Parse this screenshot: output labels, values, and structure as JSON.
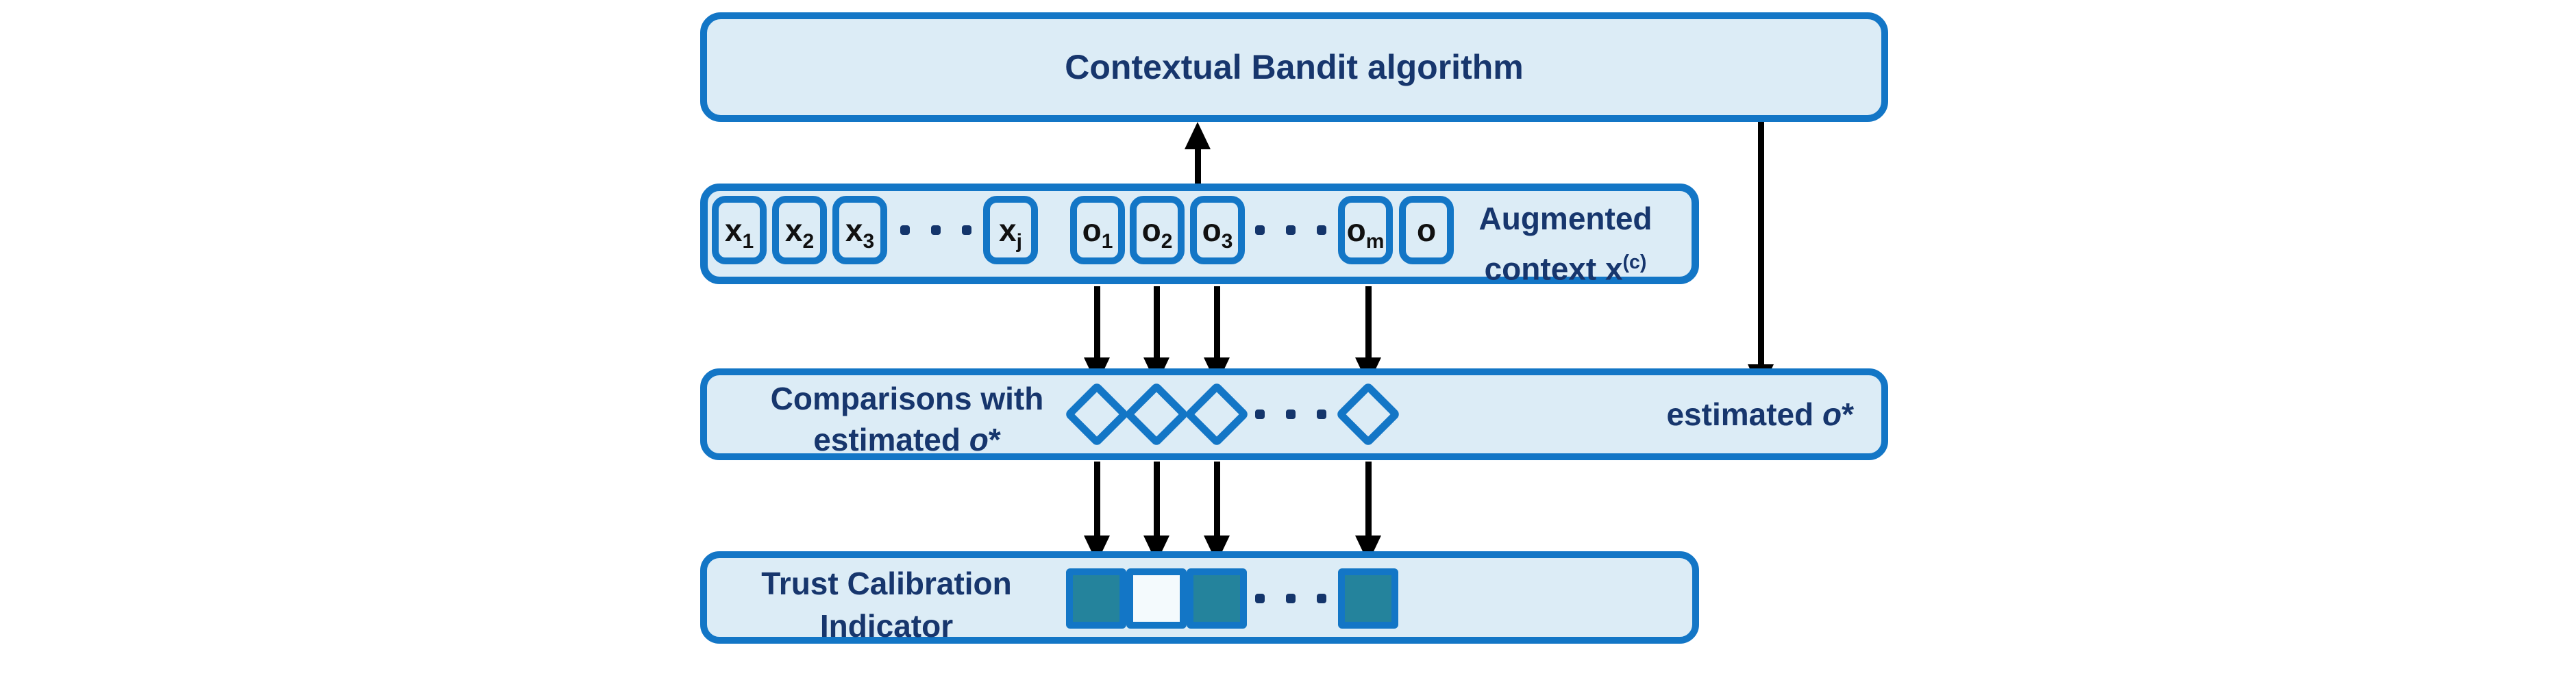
{
  "colors": {
    "border_blue": "#1376c6",
    "box_fill": "#dcecf6",
    "text_navy": "#17366d",
    "teal_fill": "#24839c",
    "dot_navy": "#14356b",
    "empty_square_fill": "#f4fafd",
    "arrow_black": "#000000",
    "background": "#ffffff"
  },
  "top_box": {
    "label": "Contextual Bandit algorithm"
  },
  "augmented": {
    "label_line1": "Augmented",
    "label_line2": "context x",
    "label_sup": "(c)",
    "ellipsis": "• • •",
    "cells": [
      {
        "base": "x",
        "sub": "1"
      },
      {
        "base": "x",
        "sub": "2"
      },
      {
        "base": "x",
        "sub": "3"
      },
      {
        "base": "x",
        "sub": "j"
      },
      {
        "base": "o",
        "sub": "1"
      },
      {
        "base": "o",
        "sub": "2"
      },
      {
        "base": "o",
        "sub": "3"
      },
      {
        "base": "o",
        "sub": "m"
      },
      {
        "base": "o",
        "sub": ""
      }
    ]
  },
  "comparisons": {
    "left_line1": "Comparisons with",
    "left_line2_prefix": "estimated ",
    "left_var": "o",
    "left_star": "*",
    "right_prefix": "estimated ",
    "right_var": "o",
    "right_star": "*",
    "ellipsis": "• • •",
    "diamond_count": 4
  },
  "trust": {
    "label_line1": "Trust Calibration",
    "label_line2": "Indicator",
    "ellipsis": "• • •",
    "squares": [
      {
        "filled": true
      },
      {
        "filled": false
      },
      {
        "filled": true
      },
      {
        "filled": true
      }
    ]
  }
}
